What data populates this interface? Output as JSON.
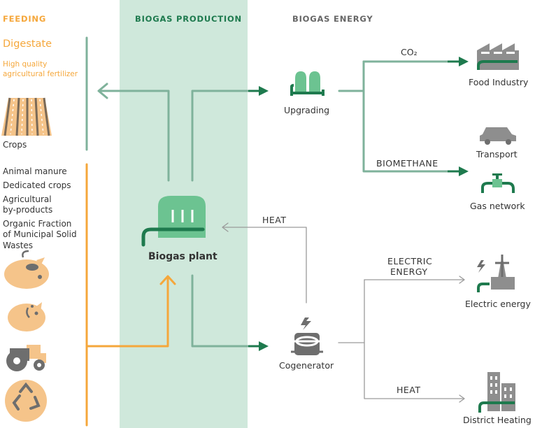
{
  "headers": {
    "feeding": "FEEDING",
    "production": "BIOGAS PRODUCTION",
    "energy": "BIOGAS ENERGY"
  },
  "left": {
    "digestate_title": "Digestate",
    "digestate_sub1": "High quality",
    "digestate_sub2": "agricultural fertilizer",
    "crops": "Crops",
    "inputs": [
      "Animal manure",
      "Dedicated crops",
      "Agricultural",
      "by-products",
      "Organic Fraction",
      "of Municipal Solid",
      "Wastes"
    ]
  },
  "center": {
    "plant": "Biogas plant"
  },
  "nodes": {
    "upgrading": "Upgrading",
    "cogenerator": "Cogenerator",
    "food_industry": "Food Industry",
    "transport": "Transport",
    "gas_network": "Gas network",
    "electric_energy": "Electric energy",
    "district_heating": "District Heating"
  },
  "flows": {
    "co2": "CO₂",
    "biomethane": "BIOMETHANE",
    "heat_back": "HEAT",
    "electric_1": "ELECTRIC",
    "electric_2": "ENERGY",
    "heat_out": "HEAT"
  },
  "colors": {
    "green_band": "#cfe8db",
    "green_line": "#7fb29b",
    "dark_green": "#1e7a4e",
    "icon_green": "#6cc391",
    "orange": "#f5a73b",
    "grey_icon": "#8e8e8e",
    "grey_line": "#9a9a9a"
  }
}
